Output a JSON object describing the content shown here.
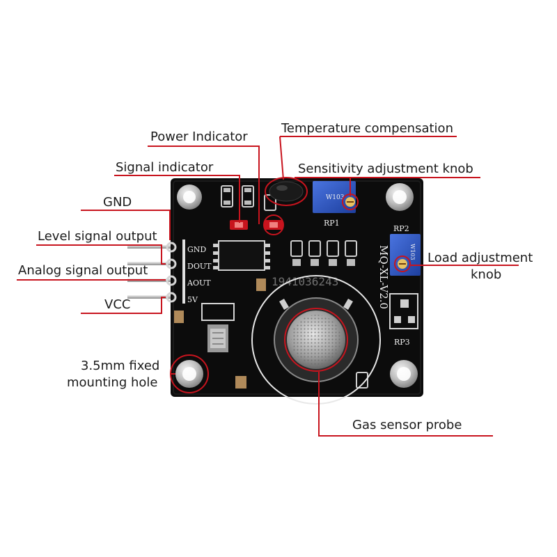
{
  "labels": {
    "power_indicator": "Power Indicator",
    "temperature_compensation": "Temperature compensation",
    "signal_indicator": "Signal indicator",
    "sensitivity_knob": "Sensitivity adjustment knob",
    "gnd": "GND",
    "level_signal_output": "Level signal output",
    "analog_signal_output": "Analog signal output",
    "vcc": "VCC",
    "load_knob_line1": "Load adjustment",
    "load_knob_line2": "knob",
    "mounting_hole_line1": "3.5mm fixed",
    "mounting_hole_line2": "mounting hole",
    "gas_sensor_probe": "Gas sensor probe"
  },
  "board": {
    "pins": [
      "GND",
      "DOUT",
      "AOUT",
      "5V"
    ],
    "rp1": "RP1",
    "rp2": "RP2",
    "rp3": "RP3",
    "model": "MQ-XL-V2.0",
    "pot1_code": "W103",
    "pot2_code": "W103",
    "watermark": "1941036243"
  },
  "colors": {
    "callout_line": "#c8141e",
    "board": "#0c0c0c",
    "trimmer": "#2f58c8",
    "silkscreen": "#f2f2f2"
  }
}
